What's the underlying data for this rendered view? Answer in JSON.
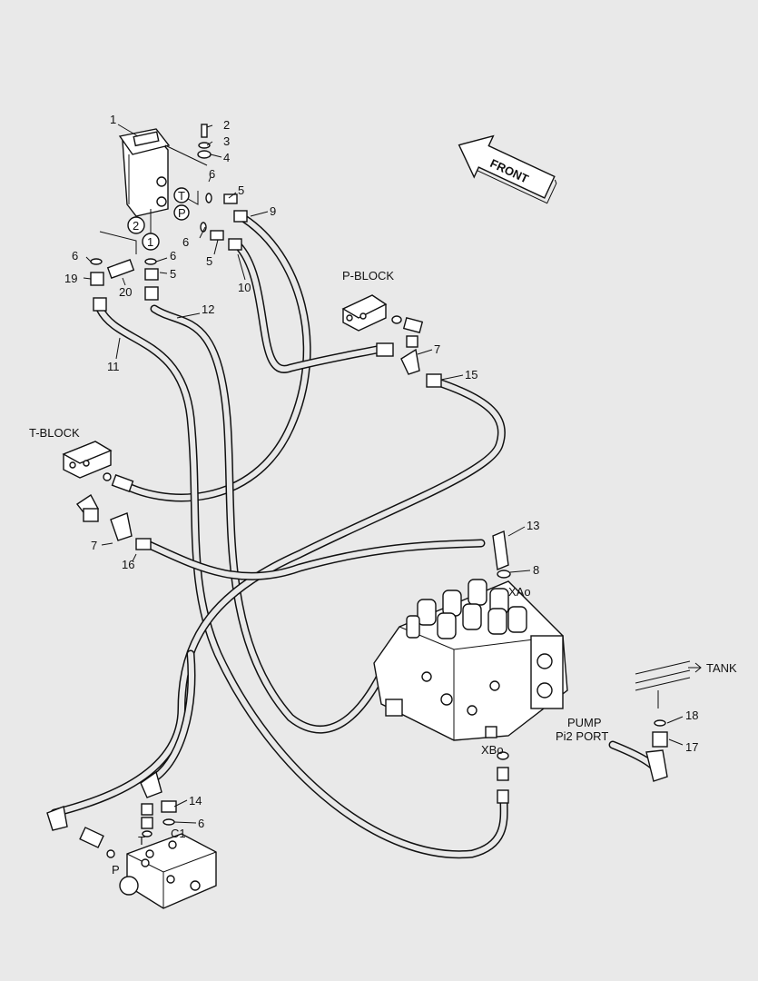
{
  "callouts": {
    "c1": "1",
    "c2": "2",
    "c3": "3",
    "c4": "4",
    "c5a": "5",
    "c5b": "5",
    "c5c": "5",
    "c6a": "6",
    "c6b": "6",
    "c6c": "6",
    "c6d": "6",
    "c6e": "6",
    "c7a": "7",
    "c7b": "7",
    "c8": "8",
    "c9": "9",
    "c10": "10",
    "c11": "11",
    "c12": "12",
    "c13": "13",
    "c14": "14",
    "c15": "15",
    "c16": "16",
    "c17": "17",
    "c18": "18",
    "c19": "19",
    "c20": "20"
  },
  "port_marks": {
    "circle_t": "T",
    "circle_p": "P",
    "circle_1": "1",
    "circle_2": "2",
    "valve_t": "T",
    "valve_c1": "C1",
    "valve_p": "P"
  },
  "block_labels": {
    "p_block": "P-BLOCK",
    "t_block": "T-BLOCK",
    "xao": "XAo",
    "xbo": "XBo",
    "tank": "TANK",
    "pump": "PUMP",
    "pi2_port": "Pi2  PORT"
  },
  "front_label": "FRONT"
}
